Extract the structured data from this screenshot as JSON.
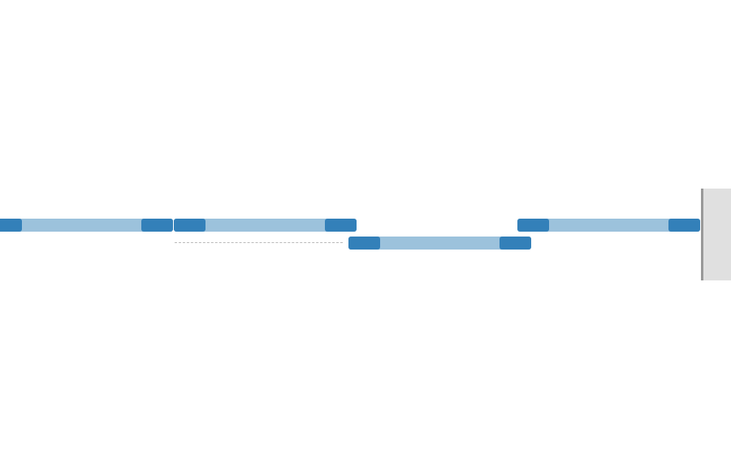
{
  "colors": {
    "clip_body": "#9cc2dc",
    "clip_handle": "#3380b9",
    "connector": "#bbbbbb",
    "side_panel": "#e0e0e0"
  },
  "clips": [
    {
      "track": 1
    },
    {
      "track": 1
    },
    {
      "track": 2
    },
    {
      "track": 1
    }
  ]
}
